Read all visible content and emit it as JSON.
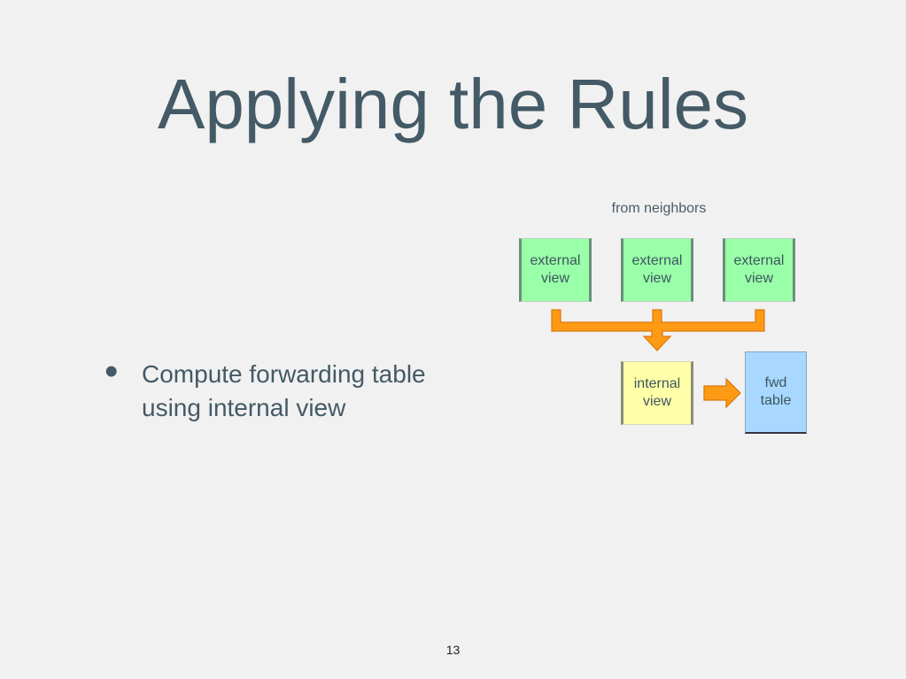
{
  "slide": {
    "title": "Applying the Rules",
    "bullets": [
      "Compute forwarding table using internal view"
    ],
    "page_number": "13"
  },
  "diagram": {
    "source_label": "from neighbors",
    "external_boxes": [
      {
        "line1": "external",
        "line2": "view"
      },
      {
        "line1": "external",
        "line2": "view"
      },
      {
        "line1": "external",
        "line2": "view"
      }
    ],
    "internal_box": {
      "line1": "internal",
      "line2": "view"
    },
    "fwd_box": {
      "line1": "fwd",
      "line2": "table"
    },
    "colors": {
      "external_fill": "#99ffa8",
      "internal_fill": "#ffffa8",
      "fwd_fill": "#a8d8ff",
      "arrow_fill": "#ff9a14",
      "arrow_stroke": "#d9780d"
    }
  }
}
